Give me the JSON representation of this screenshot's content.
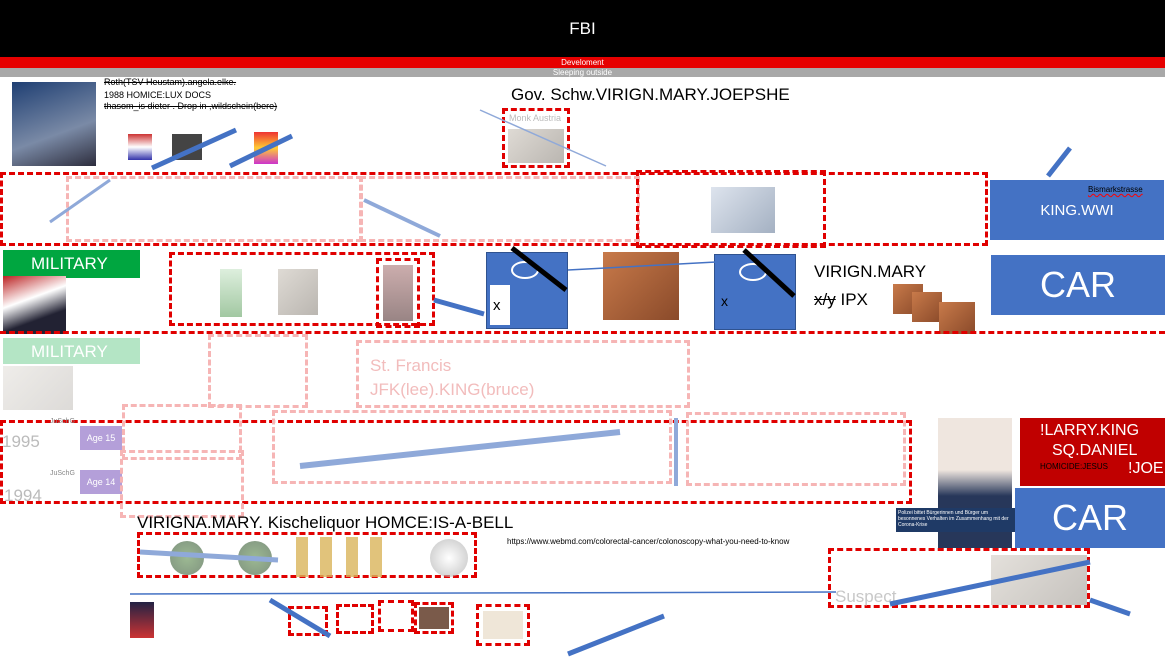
{
  "header": {
    "title": "FBI",
    "red_strip": "Develoment",
    "gray_strip": "Sleeping outside"
  },
  "notes_topleft": {
    "line1": "Roth(TSV Heustam).angela.elke.",
    "line2": "1988 HOMICE:LUX DOCS",
    "line3": "thasom_is dieter .   Drop in ,wildschein(bere)"
  },
  "top_center_title": "Gov. Schw.VIRIGN.MARY.JOEPSHE",
  "monk_label": "Monk Austria",
  "right_labels": {
    "street": "Bismarkstrasse",
    "king_wwi": "KING.WWI",
    "car_top": "CAR",
    "car_bottom": "CAR",
    "virign_mary": "VIRIGN.MARY",
    "xy_struck": "x/y",
    "ipx": "IPX"
  },
  "military": {
    "label_strong": "MILITARY",
    "label_faint": "MILITARY"
  },
  "card_marks": {
    "left_x": "x",
    "right_x": "x"
  },
  "faint_center": {
    "line1": "St. Francis",
    "line2": "JFK(lee).KING(bruce)"
  },
  "years": {
    "y1995": "1995",
    "y1994": "1994"
  },
  "ages": {
    "age15": "Age 15",
    "age14": "Age 14"
  },
  "juschg": {
    "a": "JuSchG",
    "b": "JuSchG"
  },
  "red_right": {
    "line1": "!LARRY.KING",
    "line2": "SQ.DANIEL",
    "line3": "HOMICIDE:JESUS",
    "line4": "!JOE"
  },
  "police_caption": "Polizei bittet Bürgerinnen und Bürger um besonnenes Verhalten im Zusammenhang mit der Corona-Krise",
  "bottom_title": "VIRIGNA.MARY.  Kischeliquor HOMCE:IS-A-BELL",
  "url_text": "https://www.webmd.com/colorectal-cancer/colonoscopy-what-you-need-to-know",
  "suspect_label": "Suspect.",
  "colors": {
    "accent_blue": "#4472c4",
    "accent_red": "#e00000",
    "military_green": "#00a640"
  }
}
